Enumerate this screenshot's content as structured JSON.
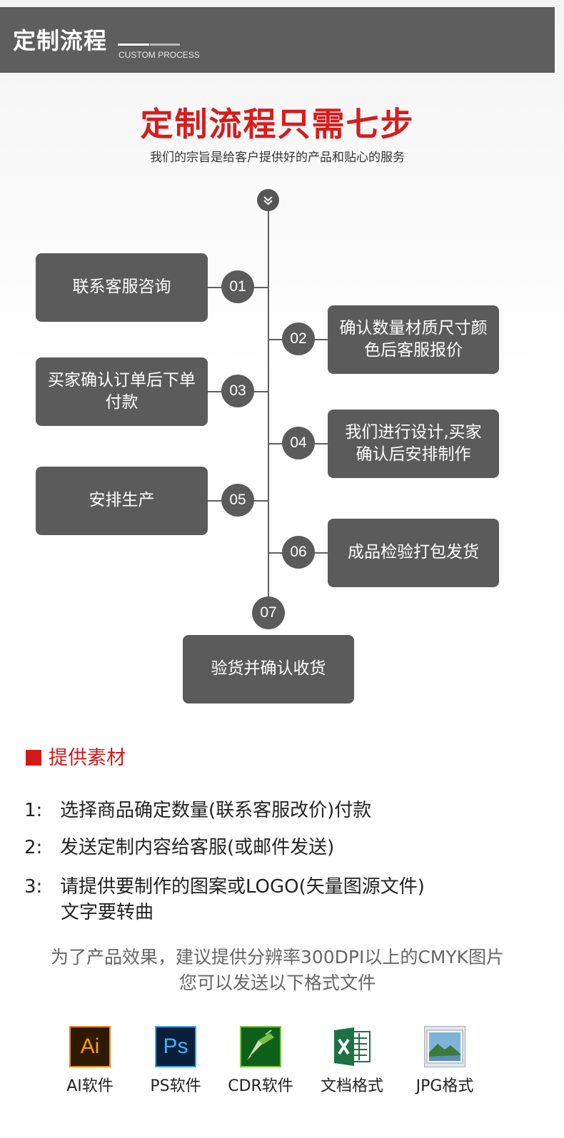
{
  "header": {
    "title": "定制流程",
    "subtitle": "CUSTOM PROCESS"
  },
  "headline": {
    "title": "定制流程只需七步",
    "tagline": "我们的宗旨是给客户提供好的产品和贴心的服务"
  },
  "process": {
    "top_icon": "chevron-down-icon",
    "steps": [
      {
        "num": "01",
        "text": "联系客服咨询"
      },
      {
        "num": "02",
        "text": "确认数量材质尺寸颜色后客服报价"
      },
      {
        "num": "03",
        "text": "买家确认订单后下单付款"
      },
      {
        "num": "04",
        "text": "我们进行设计,买家确认后安排制作"
      },
      {
        "num": "05",
        "text": "安排生产"
      },
      {
        "num": "06",
        "text": "成品检验打包发货"
      },
      {
        "num": "07",
        "text": "验货并确认收货"
      }
    ]
  },
  "materials": {
    "heading": "提供素材",
    "items": [
      {
        "num": "1:",
        "text": "选择商品确定数量(联系客服改价)付款"
      },
      {
        "num": "2:",
        "text": "发送定制内容给客服(或邮件发送)"
      },
      {
        "num": "3:",
        "text": "请提供要制作的图案或LOGO(矢量图源文件)",
        "text2": "文字要转曲"
      }
    ],
    "note_line1": "为了产品效果，建议提供分辨率300DPI以上的CMYK图片",
    "note_line2": "您可以发送以下格式文件"
  },
  "formats": [
    {
      "icon": "illustrator-icon",
      "glyph": "Ai",
      "label": "AI软件"
    },
    {
      "icon": "photoshop-icon",
      "glyph": "Ps",
      "label": "PS软件"
    },
    {
      "icon": "coreldraw-icon",
      "label": "CDR软件"
    },
    {
      "icon": "excel-icon",
      "label": "文档格式"
    },
    {
      "icon": "image-icon",
      "label": "JPG格式"
    }
  ],
  "colors": {
    "accent": "#d71c1c",
    "box": "#5c5b5b",
    "header_bar": "#5e5e5e"
  }
}
